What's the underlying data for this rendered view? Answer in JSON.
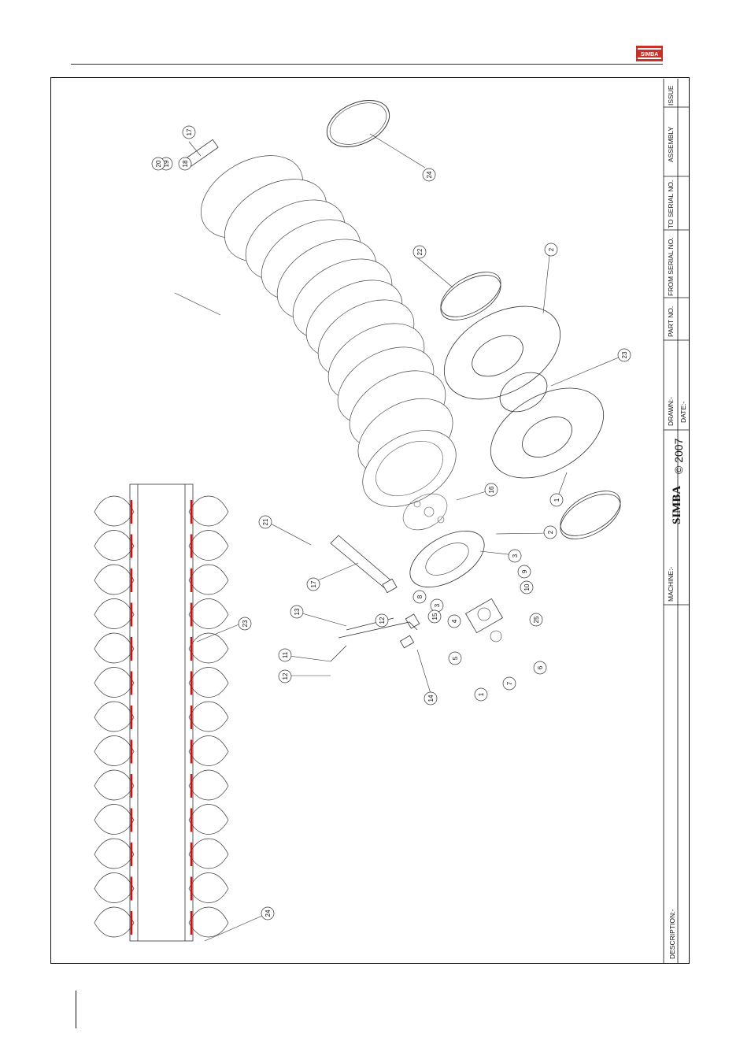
{
  "header": {
    "logo_text": "SIMBA"
  },
  "title_block": {
    "issue_label": "ISSUE",
    "assembly_label": "ASSEMBLY",
    "to_serial_label": "TO SERIAL NO.",
    "from_serial_label": "FROM SERIAL NO.",
    "part_no_label": "PART NO.",
    "drawn_label": "DRAWN:-",
    "date_label": "DATE:-",
    "copyright": "© 2007",
    "brand": "SIMBA",
    "machine_label": "MACHINE:-",
    "description_label": "DESCRIPTION:-"
  },
  "callouts": [
    "24",
    "17",
    "18",
    "19",
    "20",
    "22",
    "2",
    "23",
    "16",
    "1",
    "2",
    "3",
    "8",
    "9",
    "10",
    "25",
    "6",
    "7",
    "1",
    "4",
    "5",
    "3",
    "15",
    "14",
    "12",
    "13",
    "11",
    "12",
    "17",
    "21",
    "23",
    "24"
  ],
  "colors": {
    "line": "#333333",
    "accent_red": "#cc1111",
    "logo_red": "#c8302a"
  }
}
